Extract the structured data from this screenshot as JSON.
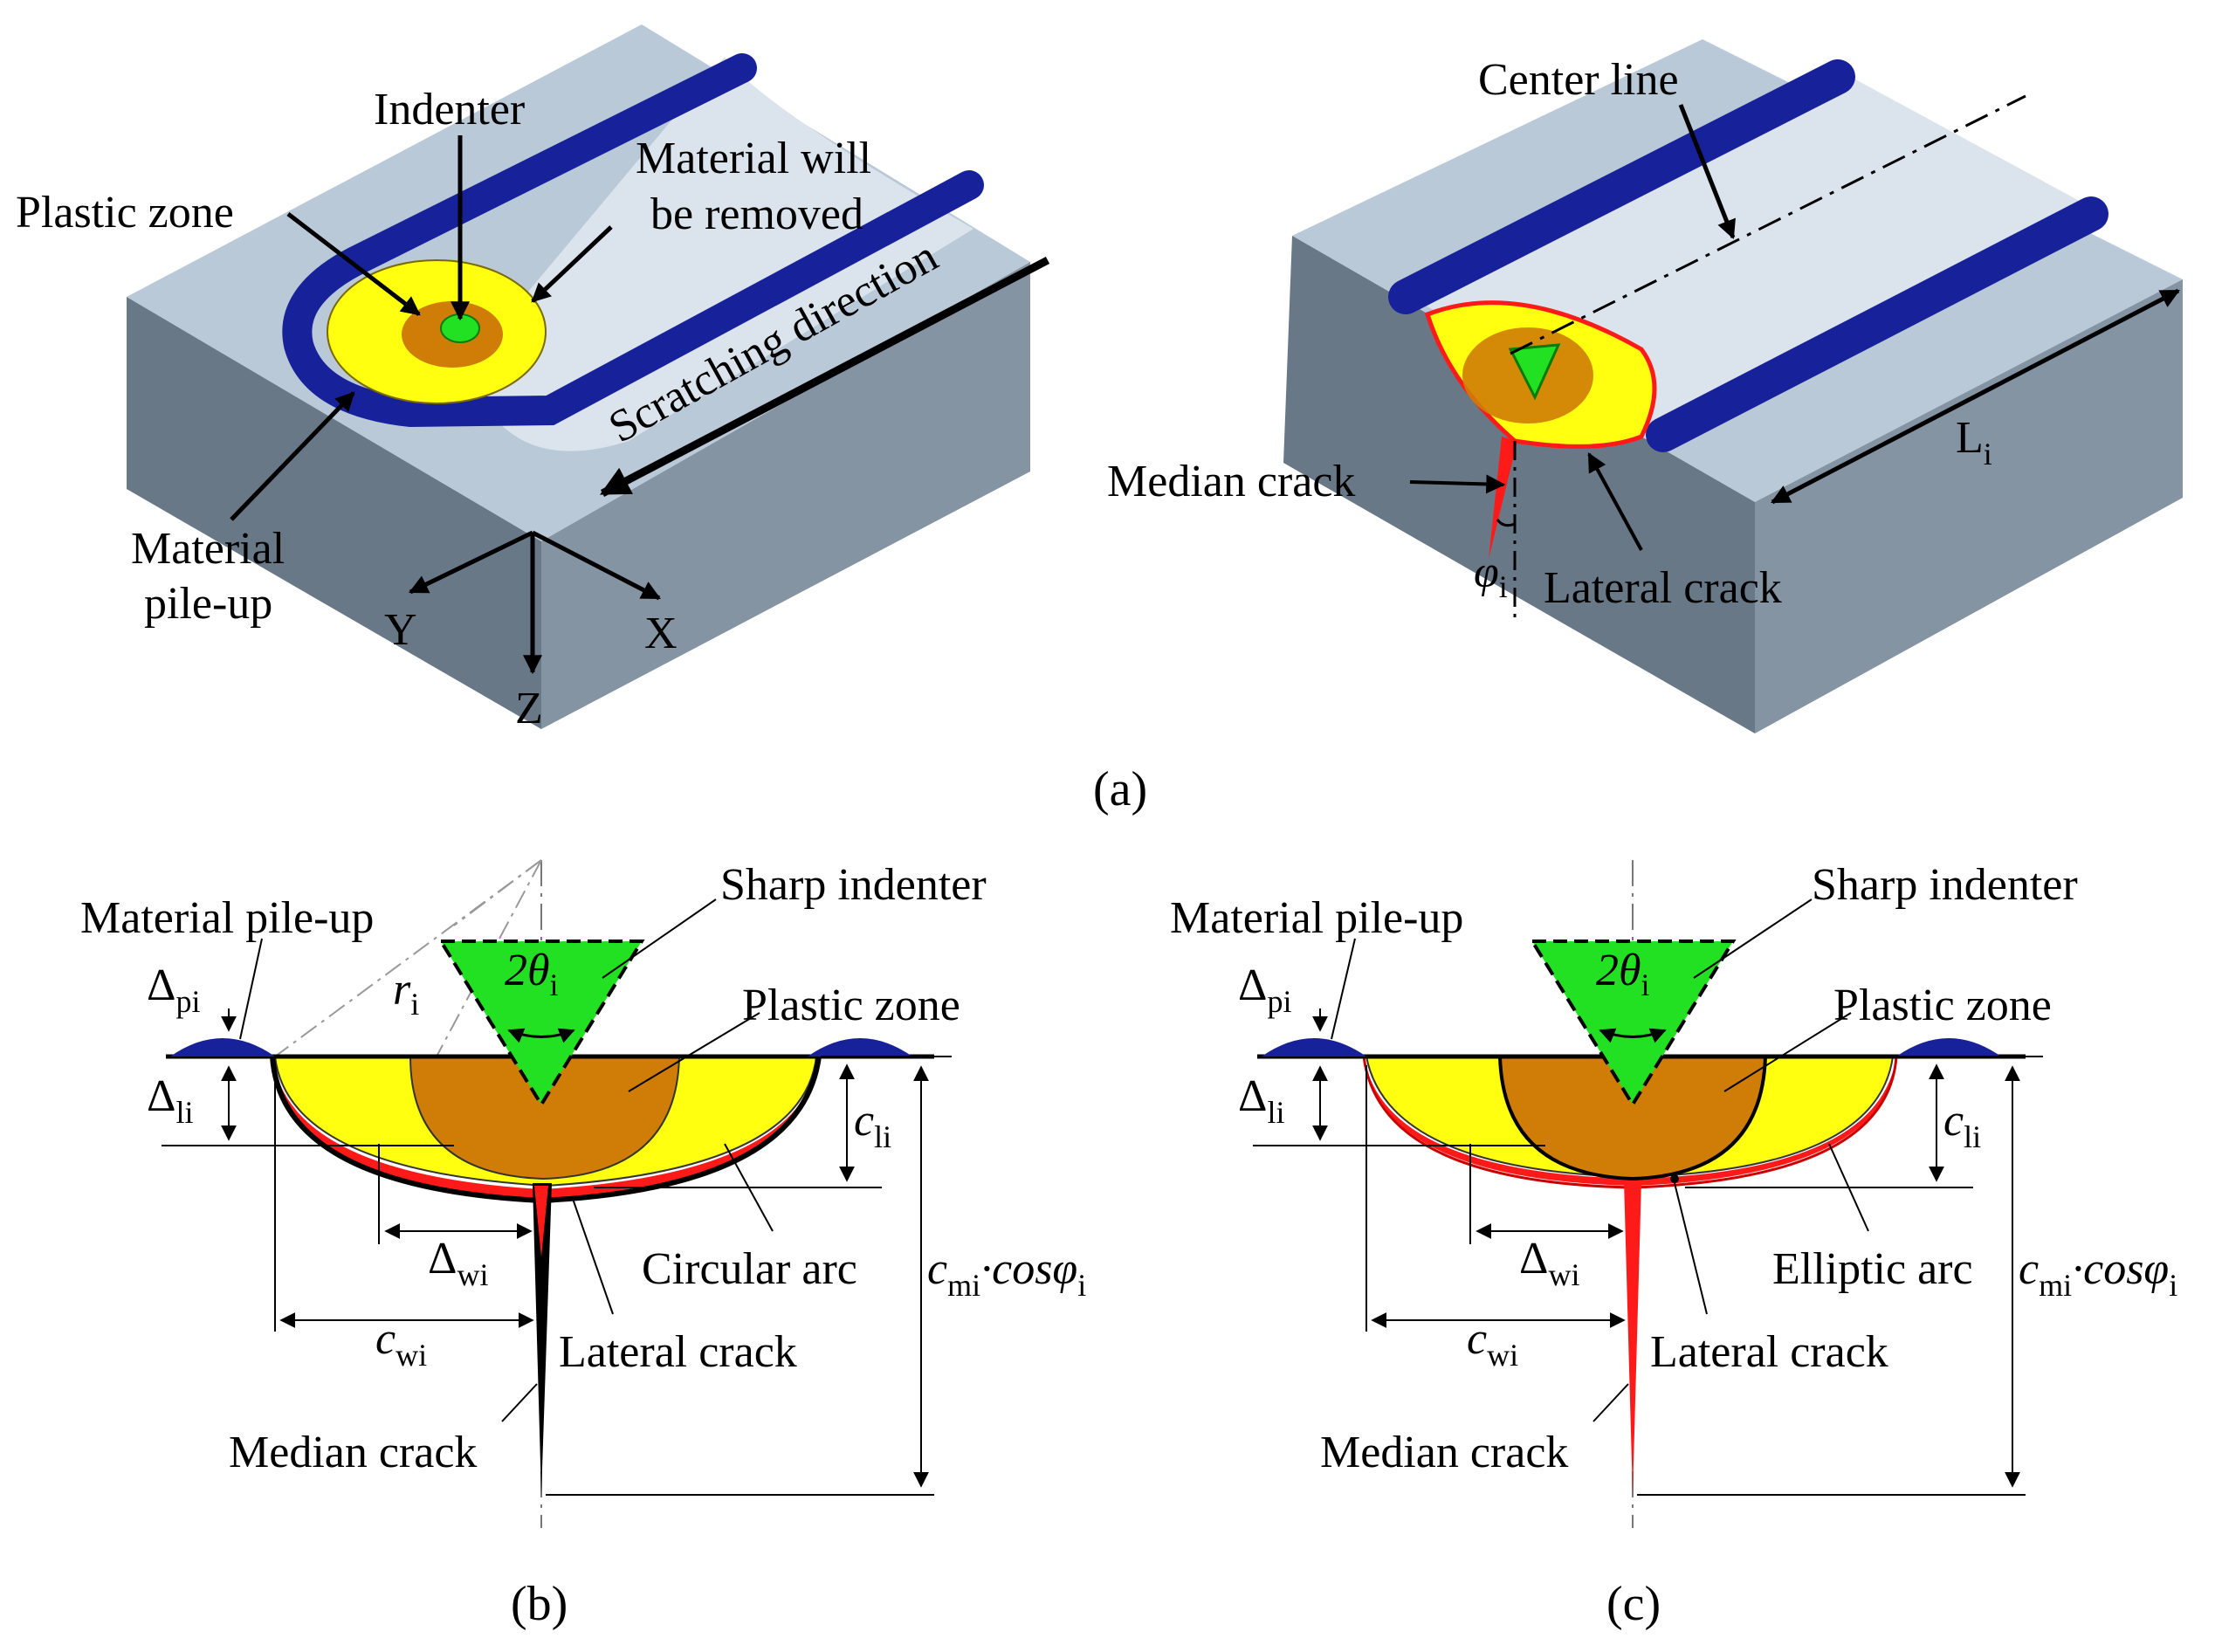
{
  "colors": {
    "block_top": "#b9c9d8",
    "block_front": "#697886",
    "block_side": "#8494a3",
    "groove": "#dbe4ec",
    "pileup": "#17229a",
    "plastic": "#cf7d06",
    "elastic": "#ffff10",
    "crack": "#ff1a1a",
    "indenter": "#22e022"
  },
  "panel_a": {
    "caption": "(a)",
    "left": {
      "indenter": "Indenter",
      "plastic_zone": "Plastic zone",
      "material_will": "Material will",
      "be_removed": "be removed",
      "scratching_direction": "Scratching direction",
      "pileup_line1": "Material",
      "pileup_line2": "pile-up",
      "axis_x": "X",
      "axis_y": "Y",
      "axis_z": "Z"
    },
    "right": {
      "center_line": "Center line",
      "median_crack": "Median crack",
      "lateral_crack": "Lateral crack",
      "length_main": "L",
      "length_sub": "i",
      "angle_main": "φ",
      "angle_sub": "i"
    }
  },
  "panel_b": {
    "caption": "(b)",
    "material_pileup": "Material pile-up",
    "sharp_indenter": "Sharp indenter",
    "plastic_zone": "Plastic zone",
    "arc_label": "Circular arc",
    "lateral_crack": "Lateral crack",
    "median_crack": "Median crack",
    "delta_p": "Δ",
    "delta_p_sub": "pi",
    "delta_l": "Δ",
    "delta_l_sub": "li",
    "delta_w": "Δ",
    "delta_w_sub": "wi",
    "r_main": "r",
    "r_sub": "i",
    "theta_main": "2θ",
    "theta_sub": "i",
    "c_l_main": "c",
    "c_l_sub": "li",
    "c_w_main": "c",
    "c_w_sub": "wi",
    "c_m_main": "c",
    "c_m_sub": "mi",
    "c_m_tail": "·cosφ",
    "c_m_tail_sub": "i"
  },
  "panel_c": {
    "caption": "(c)",
    "material_pileup": "Material pile-up",
    "sharp_indenter": "Sharp indenter",
    "plastic_zone": "Plastic zone",
    "arc_label": "Elliptic arc",
    "lateral_crack": "Lateral crack",
    "median_crack": "Median crack",
    "delta_p": "Δ",
    "delta_p_sub": "pi",
    "delta_l": "Δ",
    "delta_l_sub": "li",
    "delta_w": "Δ",
    "delta_w_sub": "wi",
    "theta_main": "2θ",
    "theta_sub": "i",
    "c_l_main": "c",
    "c_l_sub": "li",
    "c_w_main": "c",
    "c_w_sub": "wi",
    "c_m_main": "c",
    "c_m_sub": "mi",
    "c_m_tail": "·cosφ",
    "c_m_tail_sub": "i"
  }
}
